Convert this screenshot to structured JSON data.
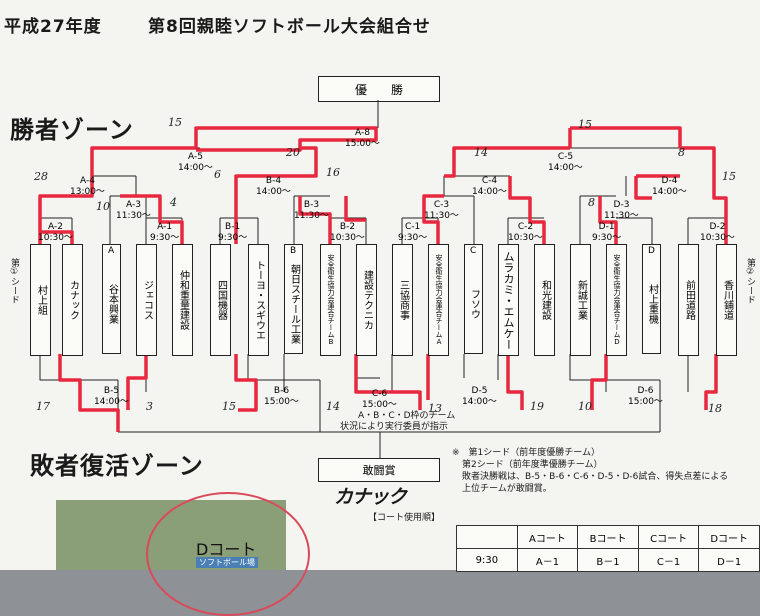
{
  "header": {
    "year": "平成27年度",
    "title": "第8回親睦ソフトボール大会組合せ"
  },
  "zones": {
    "winners": "勝者ゾーン",
    "losers": "敗者復活ゾーン"
  },
  "final_box": "優　　勝",
  "prize_box": "敢闘賞",
  "handwritten_winner": "カナック",
  "court_label": "【コート使用順】",
  "map_label": "Dコート",
  "map_sublabel": "ソフトボール場",
  "seeds": {
    "left": "第①シード",
    "right": "第②シード"
  },
  "matches": {
    "A8": {
      "code": "A-8",
      "time": "15:00〜"
    },
    "A5": {
      "code": "A-5",
      "time": "14:00〜"
    },
    "B4": {
      "code": "B-4",
      "time": "14:00〜"
    },
    "C5": {
      "code": "C-5",
      "time": "14:00〜"
    },
    "C4": {
      "code": "C-4",
      "time": "14:00〜"
    },
    "D4": {
      "code": "D-4",
      "time": "14:00〜"
    },
    "A4": {
      "code": "A-4",
      "time": "13:00〜"
    },
    "A3": {
      "code": "A-3",
      "time": "11:30〜"
    },
    "B3": {
      "code": "B-3",
      "time": "11:30〜"
    },
    "C3": {
      "code": "C-3",
      "time": "11:30〜"
    },
    "D3": {
      "code": "D-3",
      "time": "11:30〜"
    },
    "A2": {
      "code": "A-2",
      "time": "10:30〜"
    },
    "A1": {
      "code": "A-1",
      "time": "9:30〜"
    },
    "B1": {
      "code": "B-1",
      "time": "9:30〜"
    },
    "B2": {
      "code": "B-2",
      "time": "10:30〜"
    },
    "C1": {
      "code": "C-1",
      "time": "9:30〜"
    },
    "C2": {
      "code": "C-2",
      "time": "10:30〜"
    },
    "D1": {
      "code": "D-1",
      "time": "9:30〜"
    },
    "D2": {
      "code": "D-2",
      "time": "10:30〜"
    },
    "B5": {
      "code": "B-5",
      "time": "14:00〜"
    },
    "B6": {
      "code": "B-6",
      "time": "15:00〜"
    },
    "C6": {
      "code": "C-6",
      "time": "15:00〜"
    },
    "D5": {
      "code": "D-5",
      "time": "14:00〜"
    },
    "D6": {
      "code": "D-6",
      "time": "15:00〜"
    }
  },
  "teams": [
    {
      "name": "村上組",
      "letter": ""
    },
    {
      "name": "カナック",
      "letter": ""
    },
    {
      "name": "谷本興業",
      "letter": "A"
    },
    {
      "name": "ジェコス",
      "letter": ""
    },
    {
      "name": "仲和重量建設",
      "letter": ""
    },
    {
      "name": "四国機器",
      "letter": ""
    },
    {
      "name": "トーヨ・スギウエ",
      "letter": ""
    },
    {
      "name": "朝日スチール工業",
      "letter": "B"
    },
    {
      "name": "安全衛生協力会連合チームB",
      "letter": ""
    },
    {
      "name": "建設テクニカ",
      "letter": ""
    },
    {
      "name": "三協商事",
      "letter": ""
    },
    {
      "name": "安全衛生協力会連合チームA",
      "letter": ""
    },
    {
      "name": "フソウ",
      "letter": "C"
    },
    {
      "name": "ムラカミ・エムケー",
      "letter": ""
    },
    {
      "name": "和光建設",
      "letter": ""
    },
    {
      "name": "新誠工業",
      "letter": ""
    },
    {
      "name": "安全衛生協力会連合チームD",
      "letter": ""
    },
    {
      "name": "村上重機",
      "letter": "D"
    },
    {
      "name": "前田道路",
      "letter": ""
    },
    {
      "name": "香川鋪道",
      "letter": ""
    }
  ],
  "loser_note": [
    "A・B・C・D枠のチーム",
    "状況により実行委員が指示"
  ],
  "notes": [
    "※　第1シード（前年度優勝チーム）",
    "第2シード（前年度準優勝チーム）",
    "敗者決勝戦は、B-5・B-6・C-6・D-5・D-6試合、得失点差による",
    "上位チームが敢闘賞。"
  ],
  "scores": {
    "s15a": "15",
    "s15b": "15",
    "s20": "20",
    "s14": "14",
    "s8": "8",
    "s28": "28",
    "s6": "6",
    "s16": "16",
    "s10": "10",
    "s4": "4",
    "s8b": "8",
    "s15c": "15",
    "s17": "17",
    "s3": "3",
    "s15d": "15",
    "s14b": "14",
    "s13": "13",
    "s19": "19",
    "s10b": "10",
    "s18": "18"
  },
  "court_table": {
    "headers": [
      "",
      "Aコート",
      "Bコート",
      "Cコート",
      "Dコート"
    ],
    "row1": [
      "9:30",
      "A－1",
      "B－1",
      "C－1",
      "D－1"
    ]
  },
  "colors": {
    "highlight": "#e8283f",
    "ink": "#222222",
    "paper": "#f4f4f1"
  }
}
